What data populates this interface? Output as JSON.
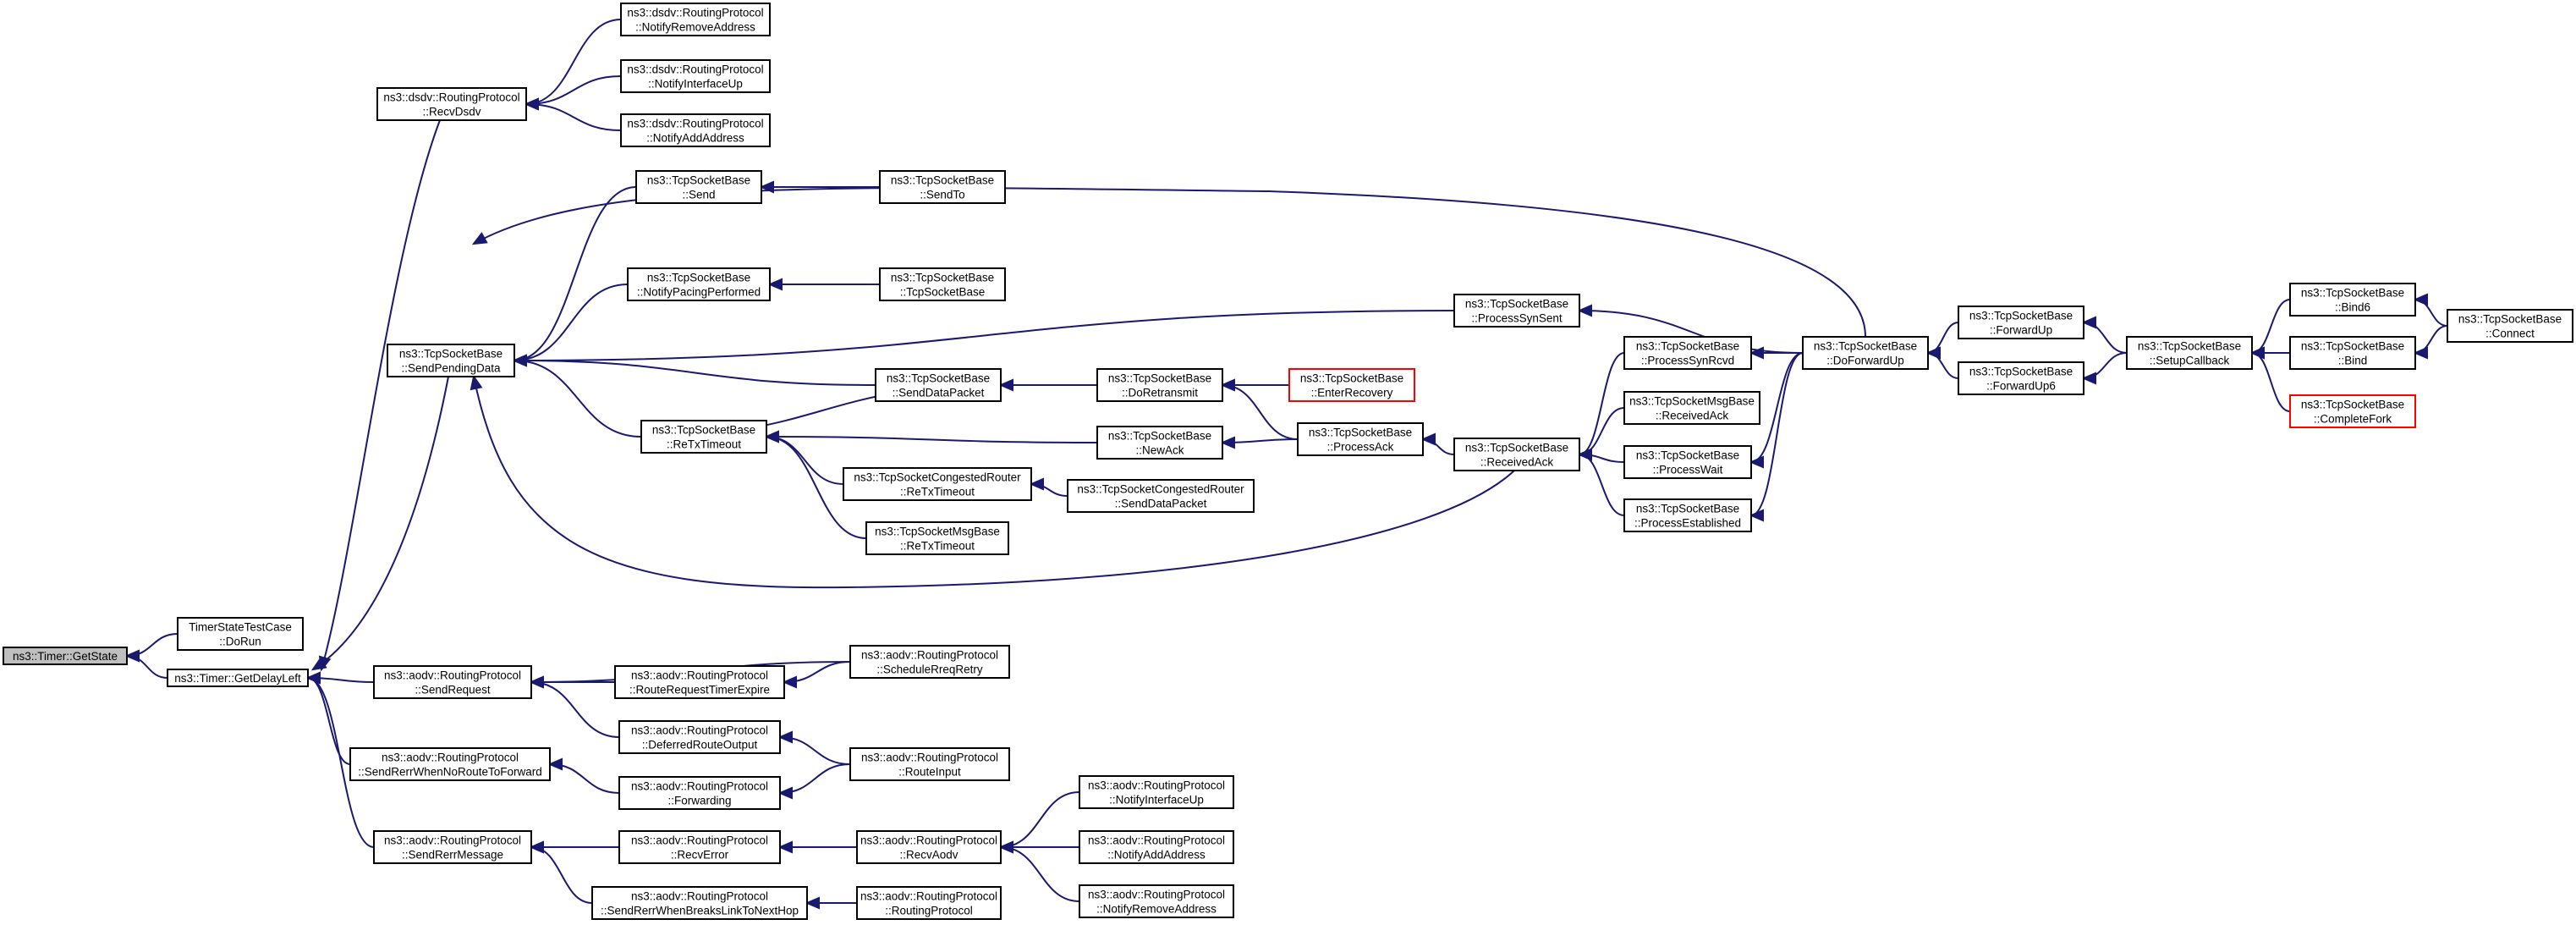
{
  "title": "",
  "colors": {
    "edge": "#191970",
    "node_border": "#000000",
    "truncated_border": "#ff0000",
    "root_fill": "#bfbfbf"
  },
  "nodes": {
    "getstate": [
      "ns3::Timer::GetState"
    ],
    "dorun": [
      "TimerStateTestCase",
      "::DoRun"
    ],
    "getdelayleft": [
      "ns3::Timer::GetDelayLeft"
    ],
    "recvdsdv": [
      "ns3::dsdv::RoutingProtocol",
      "::RecvDsdv"
    ],
    "dsdv_notifyremove": [
      "ns3::dsdv::RoutingProtocol",
      "::NotifyRemoveAddress"
    ],
    "dsdv_notifyifup": [
      "ns3::dsdv::RoutingProtocol",
      "::NotifyInterfaceUp"
    ],
    "dsdv_notifyadd": [
      "ns3::dsdv::RoutingProtocol",
      "::NotifyAddAddress"
    ],
    "sendpending": [
      "ns3::TcpSocketBase",
      "::SendPendingData"
    ],
    "send": [
      "ns3::TcpSocketBase",
      "::Send"
    ],
    "sendto": [
      "ns3::TcpSocketBase",
      "::SendTo"
    ],
    "notifypacing": [
      "ns3::TcpSocketBase",
      "::NotifyPacingPerformed"
    ],
    "tcpsocketbase": [
      "ns3::TcpSocketBase",
      "::TcpSocketBase"
    ],
    "senddatapacket": [
      "ns3::TcpSocketBase",
      "::SendDataPacket"
    ],
    "retxtimeout": [
      "ns3::TcpSocketBase",
      "::ReTxTimeout"
    ],
    "congested_retx": [
      "ns3::TcpSocketCongestedRouter",
      "::ReTxTimeout"
    ],
    "congested_send": [
      "ns3::TcpSocketCongestedRouter",
      "::SendDataPacket"
    ],
    "msgbase_retx": [
      "ns3::TcpSocketMsgBase",
      "::ReTxTimeout"
    ],
    "doretransmit": [
      "ns3::TcpSocketBase",
      "::DoRetransmit"
    ],
    "enterrecovery": [
      "ns3::TcpSocketBase",
      "::EnterRecovery"
    ],
    "newack": [
      "ns3::TcpSocketBase",
      "::NewAck"
    ],
    "processack": [
      "ns3::TcpSocketBase",
      "::ProcessAck"
    ],
    "receivedack": [
      "ns3::TcpSocketBase",
      "::ReceivedAck"
    ],
    "processsynsent": [
      "ns3::TcpSocketBase",
      "::ProcessSynSent"
    ],
    "processsynrcvd": [
      "ns3::TcpSocketBase",
      "::ProcessSynRcvd"
    ],
    "msgbase_receivedack": [
      "ns3::TcpSocketMsgBase",
      "::ReceivedAck"
    ],
    "processwait": [
      "ns3::TcpSocketBase",
      "::ProcessWait"
    ],
    "processestablished": [
      "ns3::TcpSocketBase",
      "::ProcessEstablished"
    ],
    "doforwardup": [
      "ns3::TcpSocketBase",
      "::DoForwardUp"
    ],
    "forwardup": [
      "ns3::TcpSocketBase",
      "::ForwardUp"
    ],
    "forwardup6": [
      "ns3::TcpSocketBase",
      "::ForwardUp6"
    ],
    "setupcallback": [
      "ns3::TcpSocketBase",
      "::SetupCallback"
    ],
    "bind6": [
      "ns3::TcpSocketBase",
      "::Bind6"
    ],
    "bind": [
      "ns3::TcpSocketBase",
      "::Bind"
    ],
    "completefork": [
      "ns3::TcpSocketBase",
      "::CompleteFork"
    ],
    "connect": [
      "ns3::TcpSocketBase",
      "::Connect"
    ],
    "sendrequest": [
      "ns3::aodv::RoutingProtocol",
      "::SendRequest"
    ],
    "routereqexpire": [
      "ns3::aodv::RoutingProtocol",
      "::RouteRequestTimerExpire"
    ],
    "schedulereqretry": [
      "ns3::aodv::RoutingProtocol",
      "::ScheduleRreqRetry"
    ],
    "deferredrouteoutput": [
      "ns3::aodv::RoutingProtocol",
      "::DeferredRouteOutput"
    ],
    "sendrerrnoroute": [
      "ns3::aodv::RoutingProtocol",
      "::SendRerrWhenNoRouteToForward"
    ],
    "forwarding": [
      "ns3::aodv::RoutingProtocol",
      "::Forwarding"
    ],
    "routeinput": [
      "ns3::aodv::RoutingProtocol",
      "::RouteInput"
    ],
    "sendrerrmessage": [
      "ns3::aodv::RoutingProtocol",
      "::SendRerrMessage"
    ],
    "recverror": [
      "ns3::aodv::RoutingProtocol",
      "::RecvError"
    ],
    "recvaodv": [
      "ns3::aodv::RoutingProtocol",
      "::RecvAodv"
    ],
    "aodv_notifyifup": [
      "ns3::aodv::RoutingProtocol",
      "::NotifyInterfaceUp"
    ],
    "aodv_notifyadd": [
      "ns3::aodv::RoutingProtocol",
      "::NotifyAddAddress"
    ],
    "aodv_notifyremove": [
      "ns3::aodv::RoutingProtocol",
      "::NotifyRemoveAddress"
    ],
    "sendrerrbreaks": [
      "ns3::aodv::RoutingProtocol",
      "::SendRerrWhenBreaksLinkToNextHop"
    ],
    "routingprotocol": [
      "ns3::aodv::RoutingProtocol",
      "::RoutingProtocol"
    ]
  },
  "edges": [
    [
      "dorun",
      "getstate"
    ],
    [
      "getdelayleft",
      "getstate"
    ],
    [
      "recvdsdv",
      "getdelayleft"
    ],
    [
      "sendpending",
      "getdelayleft"
    ],
    [
      "sendrequest",
      "getdelayleft"
    ],
    [
      "sendrerrnoroute",
      "getdelayleft"
    ],
    [
      "sendrerrmessage",
      "getdelayleft"
    ],
    [
      "dsdv_notifyremove",
      "recvdsdv"
    ],
    [
      "dsdv_notifyifup",
      "recvdsdv"
    ],
    [
      "dsdv_notifyadd",
      "recvdsdv"
    ],
    [
      "send",
      "sendpending"
    ],
    [
      "doforwardup",
      "sendpending"
    ],
    [
      "notifypacing",
      "sendpending"
    ],
    [
      "processsynsent",
      "sendpending"
    ],
    [
      "senddatapacket",
      "sendpending"
    ],
    [
      "retxtimeout",
      "sendpending"
    ],
    [
      "receivedack",
      "sendpending"
    ],
    [
      "sendto",
      "send"
    ],
    [
      "tcpsocketbase",
      "notifypacing"
    ],
    [
      "doretransmit",
      "senddatapacket"
    ],
    [
      "retxtimeout",
      "senddatapacket"
    ],
    [
      "newack",
      "retxtimeout"
    ],
    [
      "congested_retx",
      "retxtimeout"
    ],
    [
      "msgbase_retx",
      "retxtimeout"
    ],
    [
      "congested_send",
      "congested_retx"
    ],
    [
      "enterrecovery",
      "doretransmit"
    ],
    [
      "processack",
      "doretransmit"
    ],
    [
      "processack",
      "newack"
    ],
    [
      "receivedack",
      "processack"
    ],
    [
      "processsynrcvd",
      "receivedack"
    ],
    [
      "msgbase_receivedack",
      "receivedack"
    ],
    [
      "processwait",
      "receivedack"
    ],
    [
      "processestablished",
      "receivedack"
    ],
    [
      "doforwardup",
      "processsynsent"
    ],
    [
      "doforwardup",
      "processsynrcvd"
    ],
    [
      "doforwardup",
      "processwait"
    ],
    [
      "doforwardup",
      "processestablished"
    ],
    [
      "forwardup",
      "doforwardup"
    ],
    [
      "forwardup6",
      "doforwardup"
    ],
    [
      "setupcallback",
      "forwardup"
    ],
    [
      "setupcallback",
      "forwardup6"
    ],
    [
      "bind6",
      "setupcallback"
    ],
    [
      "bind",
      "setupcallback"
    ],
    [
      "completefork",
      "setupcallback"
    ],
    [
      "connect",
      "bind6"
    ],
    [
      "connect",
      "bind"
    ],
    [
      "routereqexpire",
      "sendrequest"
    ],
    [
      "schedulereqretry",
      "sendrequest"
    ],
    [
      "deferredrouteoutput",
      "sendrequest"
    ],
    [
      "schedulereqretry",
      "routereqexpire"
    ],
    [
      "routeinput",
      "deferredrouteoutput"
    ],
    [
      "forwarding",
      "sendrerrnoroute"
    ],
    [
      "routeinput",
      "forwarding"
    ],
    [
      "recverror",
      "sendrerrmessage"
    ],
    [
      "sendrerrbreaks",
      "sendrerrmessage"
    ],
    [
      "recvaodv",
      "recverror"
    ],
    [
      "aodv_notifyifup",
      "recvaodv"
    ],
    [
      "aodv_notifyadd",
      "recvaodv"
    ],
    [
      "aodv_notifyremove",
      "recvaodv"
    ],
    [
      "routingprotocol",
      "sendrerrbreaks"
    ]
  ]
}
